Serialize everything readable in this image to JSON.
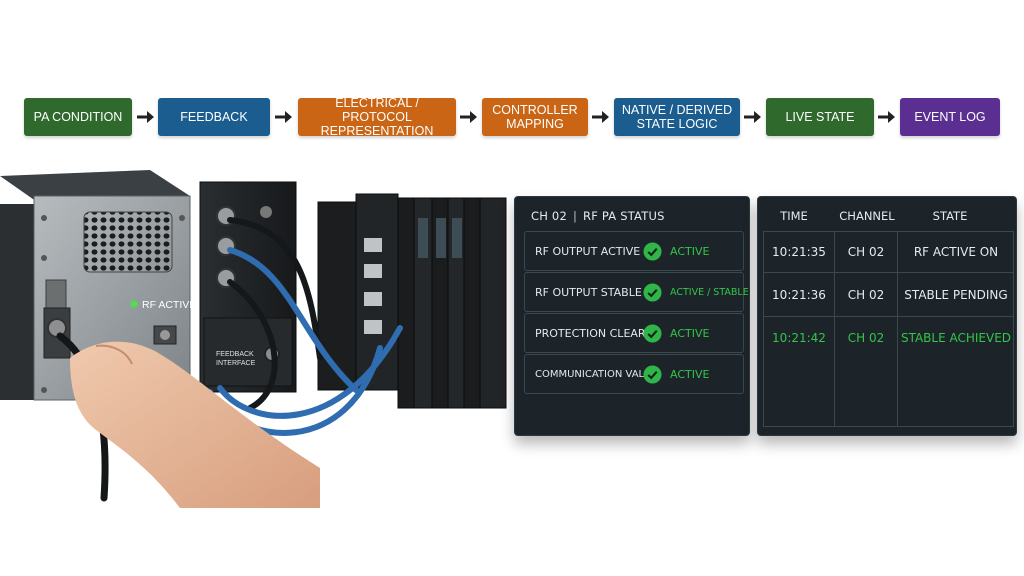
{
  "flow": {
    "steps": [
      {
        "lines": [
          "PA CONDITION"
        ],
        "color": "#2f6a2c"
      },
      {
        "lines": [
          "FEEDBACK"
        ],
        "color": "#1b5d8e"
      },
      {
        "lines": [
          "ELECTRICAL / PROTOCOL",
          "REPRESENTATION"
        ],
        "color": "#c96515"
      },
      {
        "lines": [
          "CONTROLLER",
          "MAPPING"
        ],
        "color": "#c96515"
      },
      {
        "lines": [
          "NATIVE / DERIVED",
          "STATE LOGIC"
        ],
        "color": "#1b5d8e"
      },
      {
        "lines": [
          "LIVE STATE"
        ],
        "color": "#2f6a2c"
      },
      {
        "lines": [
          "EVENT LOG"
        ],
        "color": "#5b2f92"
      }
    ]
  },
  "hardware": {
    "rf_active_label": "RF ACTIVE",
    "feedback_label_line1": "FEEDBACK",
    "feedback_label_line2": "INTERFACE"
  },
  "status_panel": {
    "channel": "CH 02",
    "separator": "|",
    "title": "RF PA STATUS",
    "rows": [
      {
        "label": "RF OUTPUT ACTIVE",
        "value": "ACTIVE"
      },
      {
        "label": "RF OUTPUT STABLE",
        "value": "ACTIVE / STABLE"
      },
      {
        "label": "PROTECTION CLEAR",
        "value": "ACTIVE"
      },
      {
        "label": "COMMUNICATION VALID",
        "value": "ACTIVE"
      }
    ],
    "ok_color": "#34c44a"
  },
  "event_log": {
    "headers": {
      "time": "TIME",
      "channel": "CHANNEL",
      "state": "STATE"
    },
    "rows": [
      {
        "time": "10:21:35",
        "channel": "CH 02",
        "state": "RF ACTIVE ON",
        "highlight": false
      },
      {
        "time": "10:21:36",
        "channel": "CH 02",
        "state": "STABLE PENDING",
        "highlight": false
      },
      {
        "time": "10:21:42",
        "channel": "CH 02",
        "state": "STABLE ACHIEVED",
        "highlight": true
      }
    ]
  }
}
